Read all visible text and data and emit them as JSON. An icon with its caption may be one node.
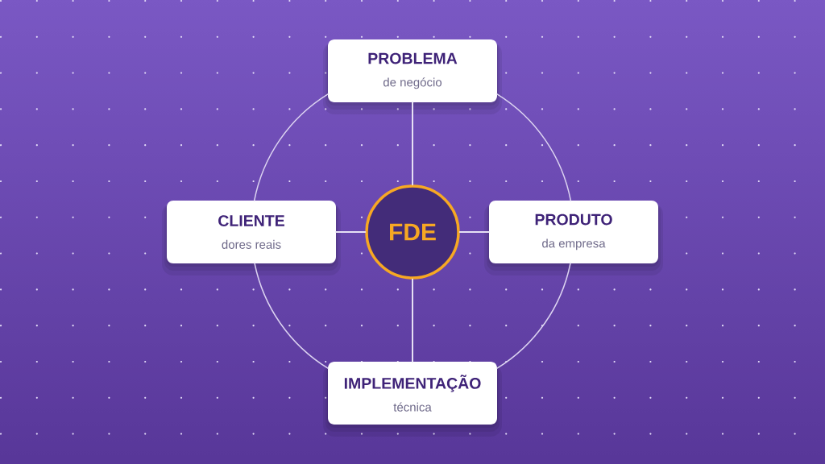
{
  "diagram": {
    "nodes": [
      {
        "text": [
          "PROBLEMA",
          "de negócio"
        ]
      },
      {
        "text": [
          "CLIENTE",
          "dores reais"
        ]
      },
      {
        "text": [
          "FDE"
        ]
      },
      {
        "text": [
          "PRODUTO",
          "da empresa"
        ]
      },
      {
        "text": [
          "IMPLEMENTAÇÃO",
          "técnica"
        ]
      }
    ],
    "edges": [
      {
        "from": 2,
        "to": 0,
        "arrow": "none"
      },
      {
        "from": 2,
        "to": 1,
        "arrow": "none"
      },
      {
        "from": 2,
        "to": 3,
        "arrow": "none"
      },
      {
        "from": 2,
        "to": 4,
        "arrow": "none"
      },
      {
        "from": 0,
        "to": 3,
        "arrow": "none"
      },
      {
        "from": 3,
        "to": 4,
        "arrow": "none"
      },
      {
        "from": 4,
        "to": 1,
        "arrow": "none"
      },
      {
        "from": 1,
        "to": 0,
        "arrow": "none"
      }
    ]
  }
}
